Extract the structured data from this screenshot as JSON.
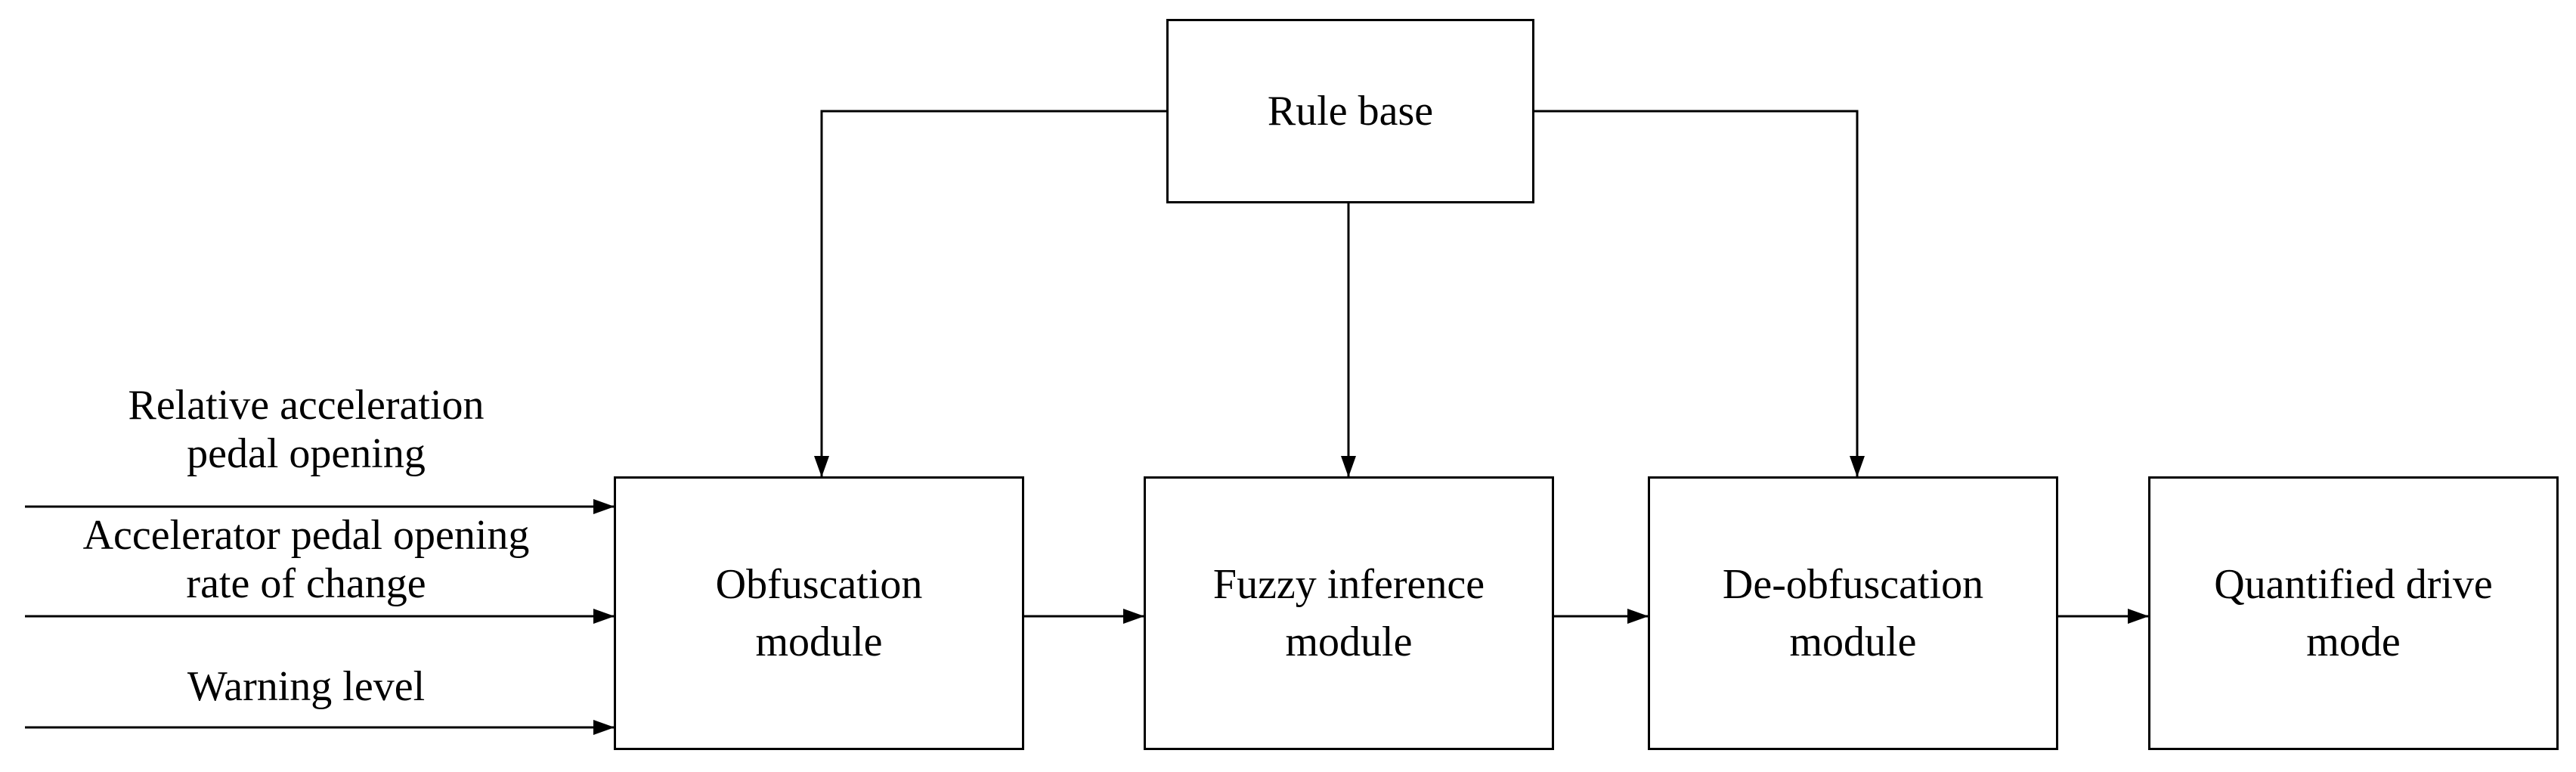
{
  "diagram": {
    "rule_base": "Rule base",
    "obfuscation": [
      "Obfuscation",
      "module"
    ],
    "fuzzy_inference": [
      "Fuzzy inference",
      "module"
    ],
    "de_obfuscation": [
      "De-obfuscation",
      "module"
    ],
    "quantified": [
      "Quantified drive",
      "mode"
    ],
    "inputs": {
      "relative_acceleration": [
        "Relative acceleration",
        "pedal opening"
      ],
      "pedal_rate": [
        "Accelerator pedal opening",
        "rate of change"
      ],
      "warning_level": "Warning level"
    }
  },
  "colors": {
    "line": "#000000",
    "background": "#ffffff"
  }
}
